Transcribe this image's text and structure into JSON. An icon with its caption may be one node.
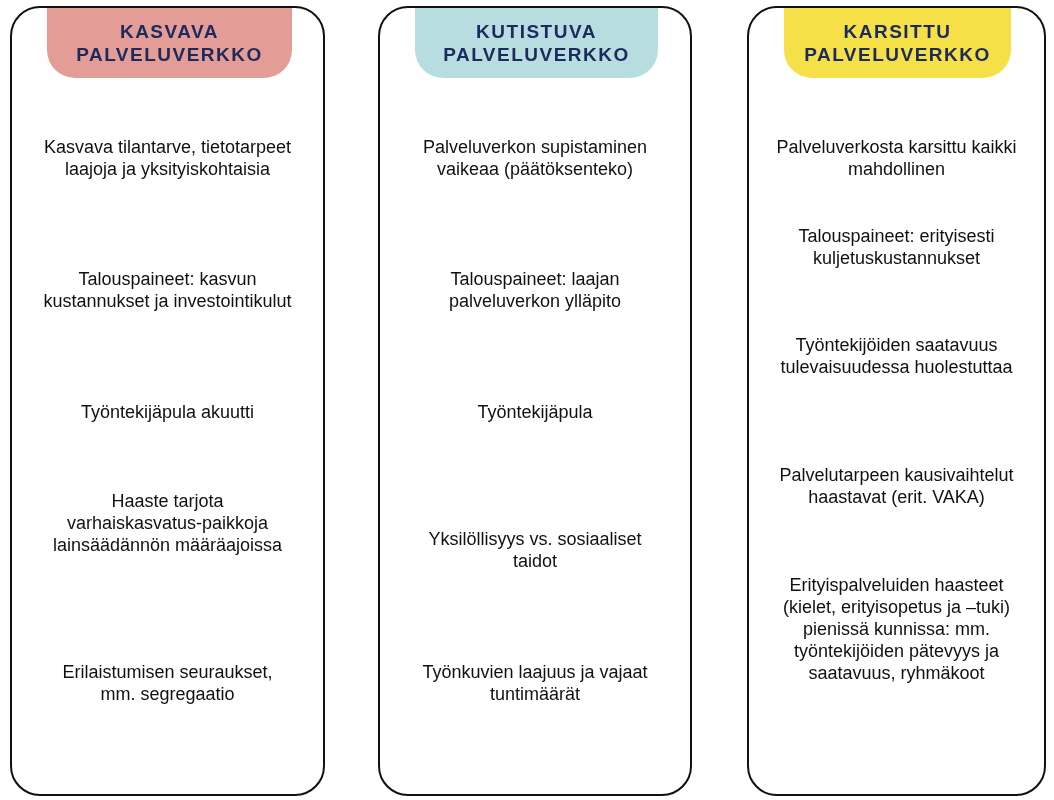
{
  "diagram": {
    "nodes": [
      {
        "text": [
          "Kasvava tilantarve, tietotarpeet laajoja ja yksityiskohtaisia",
          "Talouspaineet: kasvun kustannukset ja investointikulut",
          "Työntekijäpula akuutti",
          "Haaste tarjota varhaiskasvatus-paikkoja lainsäädännön määräajoissa",
          "Erilaistumisen seuraukset, mm. segregaatio"
        ]
      },
      {
        "text": [
          "KASVAVA PALVELUVERKKO"
        ],
        "in": 0
      },
      {
        "text": [
          "Palveluverkon supistaminen vaikeaa (päätöksenteko)",
          "Talouspaineet: laajan palveluverkon ylläpito",
          "Työntekijäpula",
          "Yksilöllisyys vs. sosiaaliset taidot",
          "Työnkuvien laajuus ja vajaat tuntimäärät"
        ]
      },
      {
        "text": [
          "KUTISTUVA PALVELUVERKKO"
        ],
        "in": 2
      },
      {
        "text": [
          "Palveluverkosta karsittu kaikki mahdollinen",
          "Talouspaineet: erityisesti kuljetuskustannukset",
          "Työntekijöiden saatavuus tulevaisuudessa huolestuttaa",
          "Palvelutarpeen kausivaihtelut haastavat (erit. VAKA)",
          "Erityispalveluiden haasteet (kielet, erityisopetus ja –tuki) pienissä kunnissa: mm. työntekijöiden pätevyys ja saatavuus, ryhmäkoot"
        ]
      },
      {
        "text": [
          "KARSITTU PALVELUVERKKO"
        ],
        "in": 4
      }
    ]
  }
}
